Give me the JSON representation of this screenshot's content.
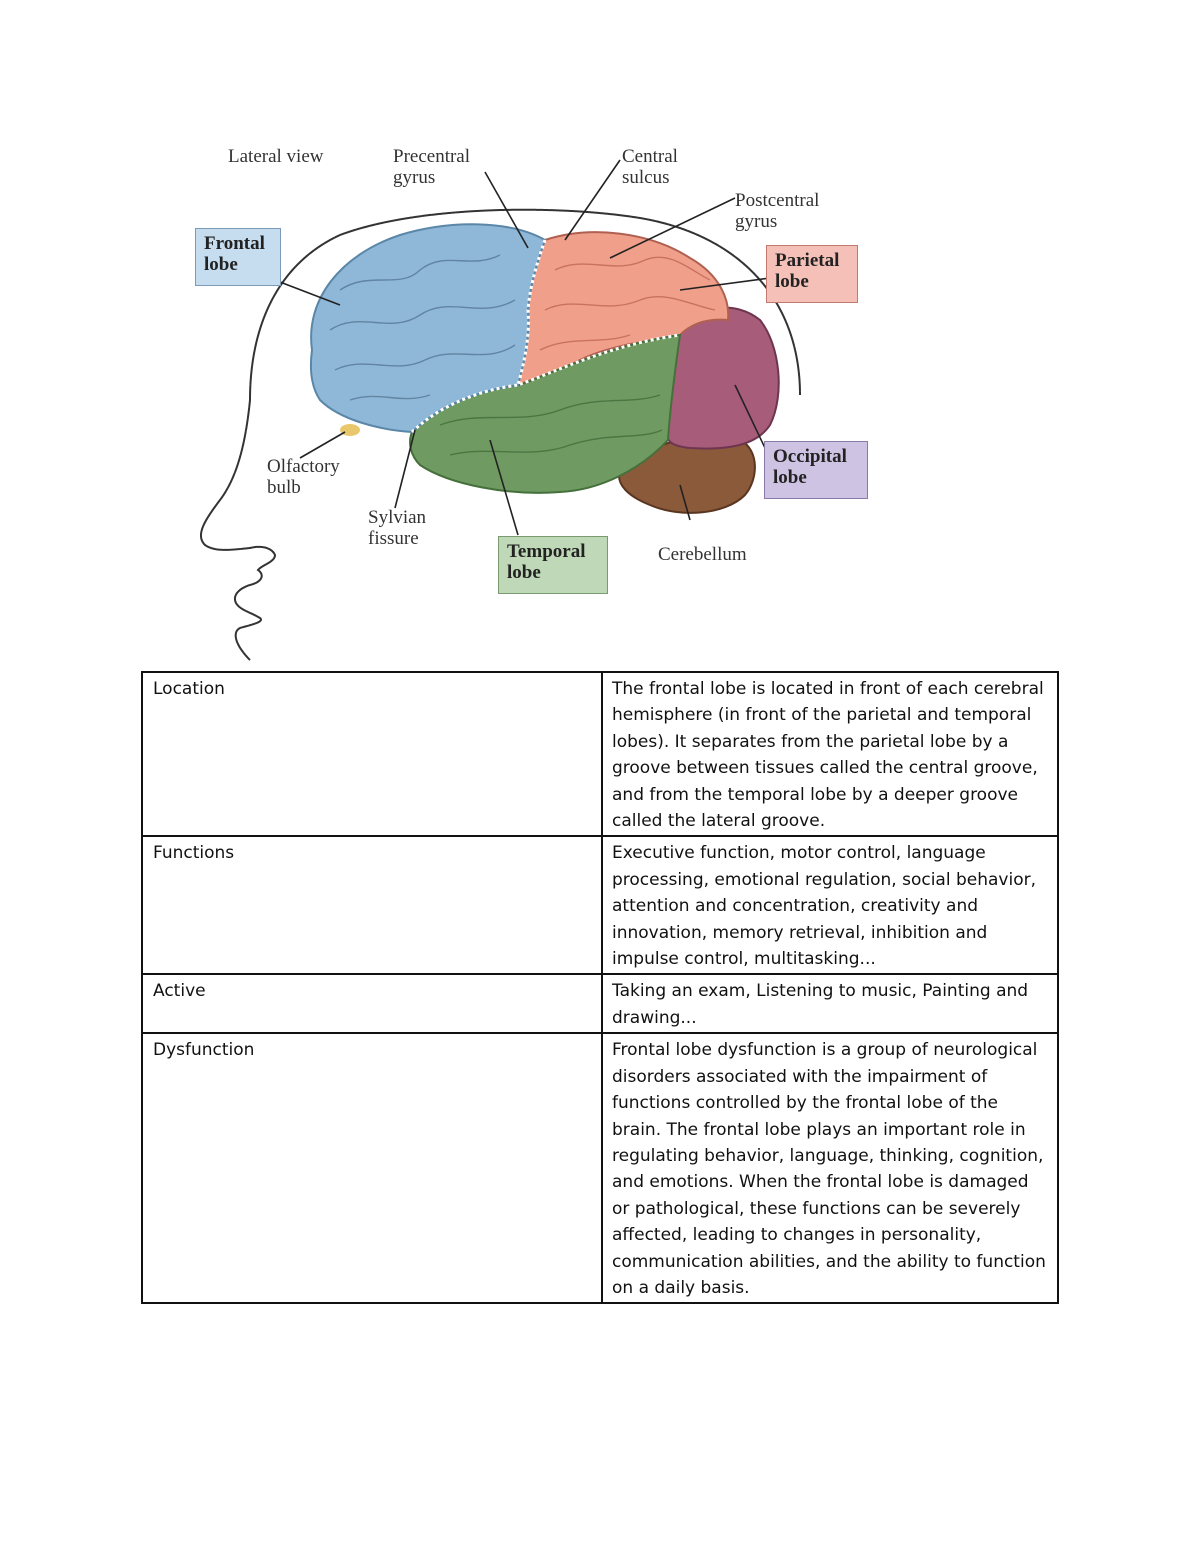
{
  "diagram": {
    "view_label": "Lateral view",
    "labels": {
      "precentral_gyrus": "Precentral\ngyrus",
      "central_sulcus": "Central\nsulcus",
      "postcentral_gyrus": "Postcentral\ngyrus",
      "olfactory_bulb": "Olfactory\nbulb",
      "sylvian_fissure": "Sylvian\nfissure",
      "cerebellum": "Cerebellum"
    },
    "lobe_boxes": {
      "frontal": "Frontal\nlobe",
      "parietal": "Parietal\nlobe",
      "occipital": "Occipital\nlobe",
      "temporal": "Temporal\nlobe"
    },
    "colors": {
      "frontal": "#8fb8d8",
      "frontal_box": "#c6dcef",
      "parietal": "#ef9f8a",
      "parietal_box": "#f4c0b8",
      "occipital": "#a75d7a",
      "occipital_box": "#cfc3e4",
      "temporal": "#6f9b62",
      "temporal_box": "#bfd9b8",
      "cerebellum": "#8b5a3a"
    }
  },
  "table": {
    "rows": [
      {
        "key": "Location",
        "value": "The frontal lobe is located in front of each cerebral hemisphere (in front of the parietal and temporal lobes). It separates from the parietal lobe by a groove between tissues called the central groove, and from the temporal lobe by a deeper groove called the lateral groove."
      },
      {
        "key": "Functions",
        "value": "Executive function, motor control, language processing, emotional regulation, social behavior, attention and concentration, creativity and innovation, memory retrieval, inhibition and impulse control, multitasking..."
      },
      {
        "key": "Active",
        "value": "Taking an exam, Listening to music, Painting and drawing..."
      },
      {
        "key": "Dysfunction",
        "value": "Frontal lobe dysfunction is a group of neurological disorders associated with the impairment of functions controlled by the frontal lobe of the brain. The frontal lobe plays an important role in regulating behavior, language, thinking, cognition, and emotions. When the frontal lobe is damaged or pathological, these functions can be severely affected, leading to changes in personality, communication abilities, and the ability to function on a daily basis."
      }
    ]
  }
}
